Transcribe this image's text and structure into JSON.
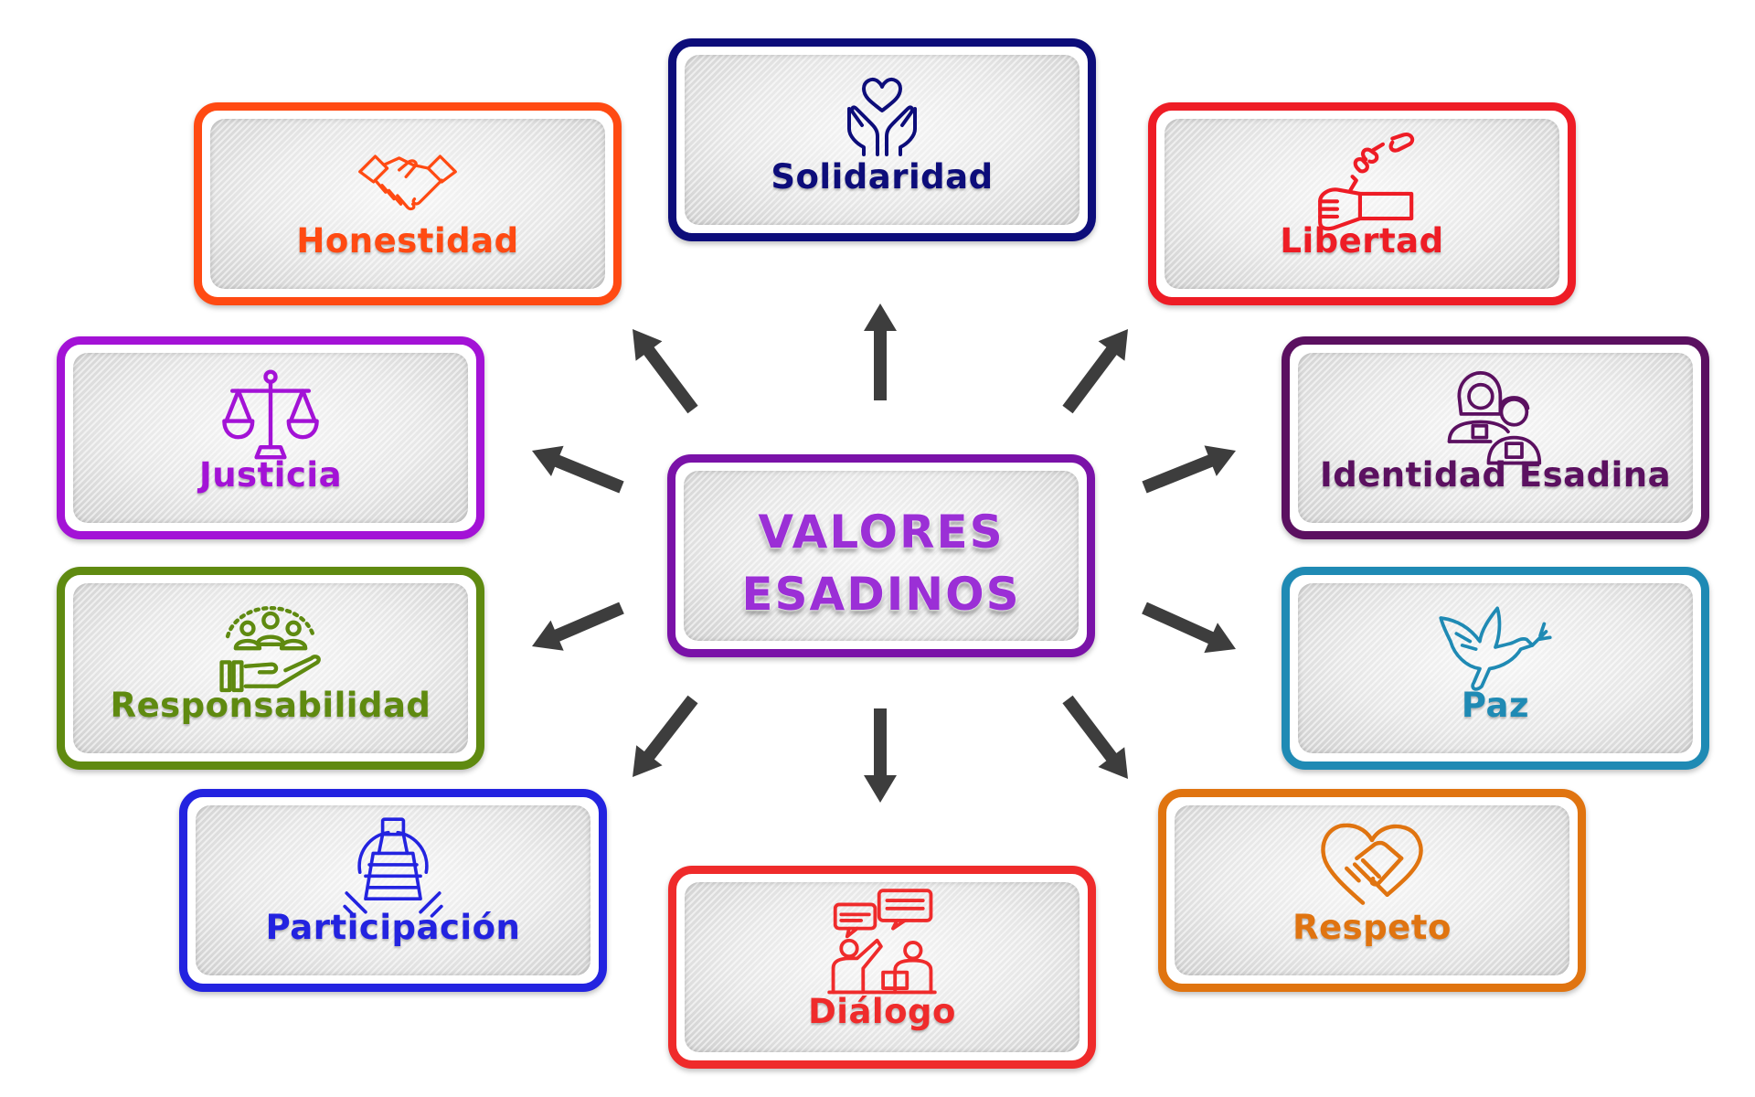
{
  "center": {
    "line1": "VALORES",
    "line2": "ESADINOS",
    "color": "#9b2fd6"
  },
  "values": [
    {
      "key": "solidaridad",
      "label": "Solidaridad",
      "color": "#0d0d7a",
      "icon": "heart-hands-icon"
    },
    {
      "key": "honestidad",
      "label": "Honestidad",
      "color": "#ff4a12",
      "icon": "handshake-icon"
    },
    {
      "key": "libertad",
      "label": "Libertad",
      "color": "#ee1c25",
      "icon": "broken-chain-fist-icon"
    },
    {
      "key": "justicia",
      "label": "Justicia",
      "color": "#a312d6",
      "icon": "balance-scale-icon"
    },
    {
      "key": "identidad",
      "label": "Identidad Esadina",
      "color": "#5b1060",
      "icon": "people-badges-icon"
    },
    {
      "key": "responsabilidad",
      "label": "Responsabilidad",
      "color": "#5f8a10",
      "icon": "group-hand-icon"
    },
    {
      "key": "paz",
      "label": "Paz",
      "color": "#1f8ab4",
      "icon": "dove-icon"
    },
    {
      "key": "participacion",
      "label": "Participación",
      "color": "#2323e0",
      "icon": "stacked-hands-icon"
    },
    {
      "key": "respeto",
      "label": "Respeto",
      "color": "#e07410",
      "icon": "heart-handshake-icon"
    },
    {
      "key": "dialogo",
      "label": "Diálogo",
      "color": "#ef2b2b",
      "icon": "dialogue-people-icon"
    }
  ],
  "arrow_color": "#3d3d3d"
}
